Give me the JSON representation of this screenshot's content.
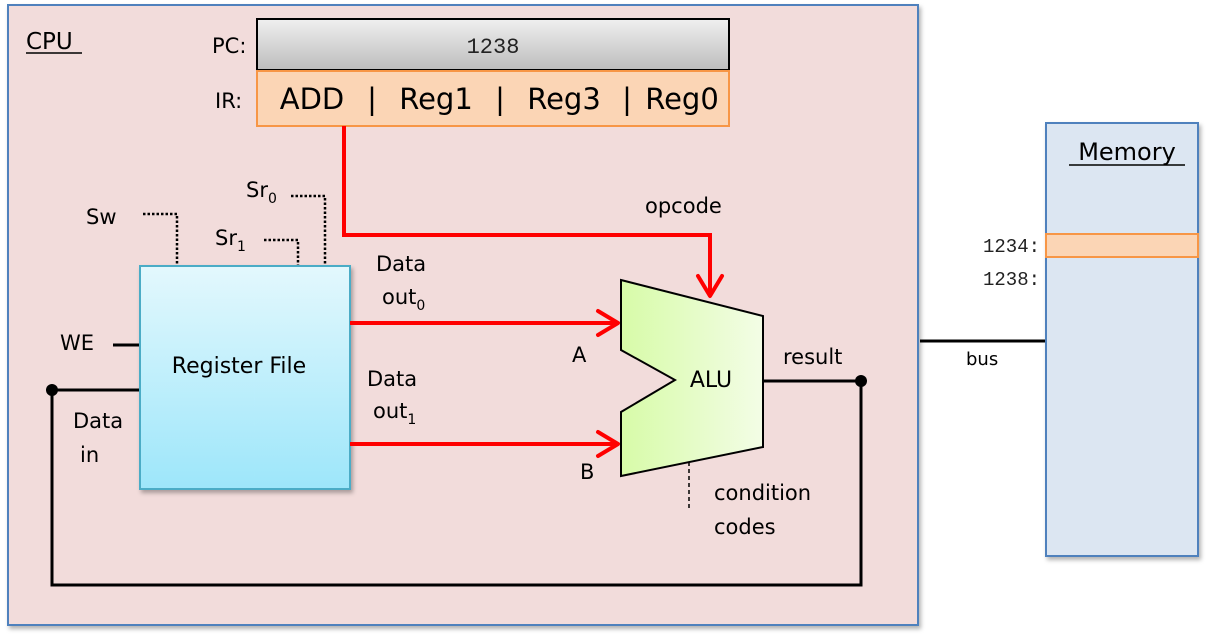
{
  "cpu": {
    "title": "CPU",
    "pc": {
      "label": "PC:",
      "value": "1238"
    },
    "ir": {
      "label": "IR:",
      "fields": [
        "ADD",
        "Reg1",
        "Reg3",
        "Reg0"
      ],
      "separator": "|"
    },
    "register_file": {
      "label": "Register File",
      "inputs": {
        "sw": "Sw",
        "sr0": {
          "base": "Sr",
          "sub": "0"
        },
        "sr1": {
          "base": "Sr",
          "sub": "1"
        },
        "we": "WE",
        "data_in_line1": "Data",
        "data_in_line2": "in"
      },
      "outputs": {
        "out0_line1": "Data",
        "out0_base": "out",
        "out0_sub": "0",
        "out1_line1": "Data",
        "out1_base": "out",
        "out1_sub": "1"
      }
    },
    "alu": {
      "label": "ALU",
      "input_a": "A",
      "input_b": "B",
      "opcode": "opcode",
      "result": "result",
      "cc_line1": "condition",
      "cc_line2": "codes"
    }
  },
  "bus": {
    "label": "bus"
  },
  "memory": {
    "title": "Memory",
    "addresses": [
      "1234:",
      "1238:"
    ],
    "highlighted_address": "1234:"
  },
  "colors": {
    "cpu_fill": "#f2dcdb",
    "box_stroke": "#4f81bd",
    "ir_fill": "#fbd5b5",
    "ir_stroke": "#f79646",
    "datapath_red": "#ff0000",
    "alu_fill_left": "#d7fba8",
    "alu_fill_right": "#f3fde6",
    "regfile_top": "#e3f8fd",
    "regfile_bottom": "#9de6fa",
    "memory_fill": "#dce6f2"
  }
}
